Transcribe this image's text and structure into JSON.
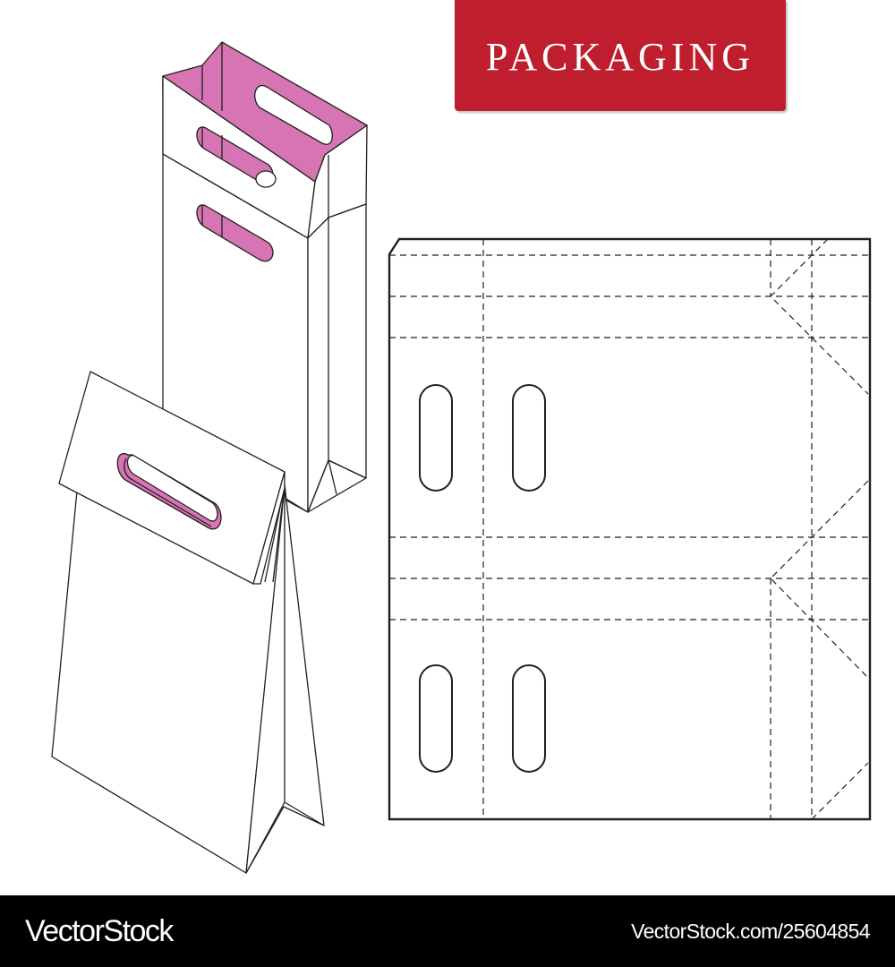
{
  "banner": {
    "title": "PACKAGING",
    "background": "#BE1E2D",
    "text_color": "#FFFFFF"
  },
  "illustration": {
    "upper_bag": {
      "description": "tall isometric bag with handle slots",
      "interior_color": "#D674B4"
    },
    "lower_bag": {
      "description": "isometric bag with folded handle flap",
      "interior_color": "#D674B4"
    },
    "dieline": {
      "description": "flat die-cut template",
      "cut_line_color": "#231F20",
      "fold_line_style": "dashed",
      "handle_slots": 4
    }
  },
  "footer": {
    "logo": "VectorStock",
    "url": "VectorStock.com/25604854",
    "background": "#000000"
  }
}
